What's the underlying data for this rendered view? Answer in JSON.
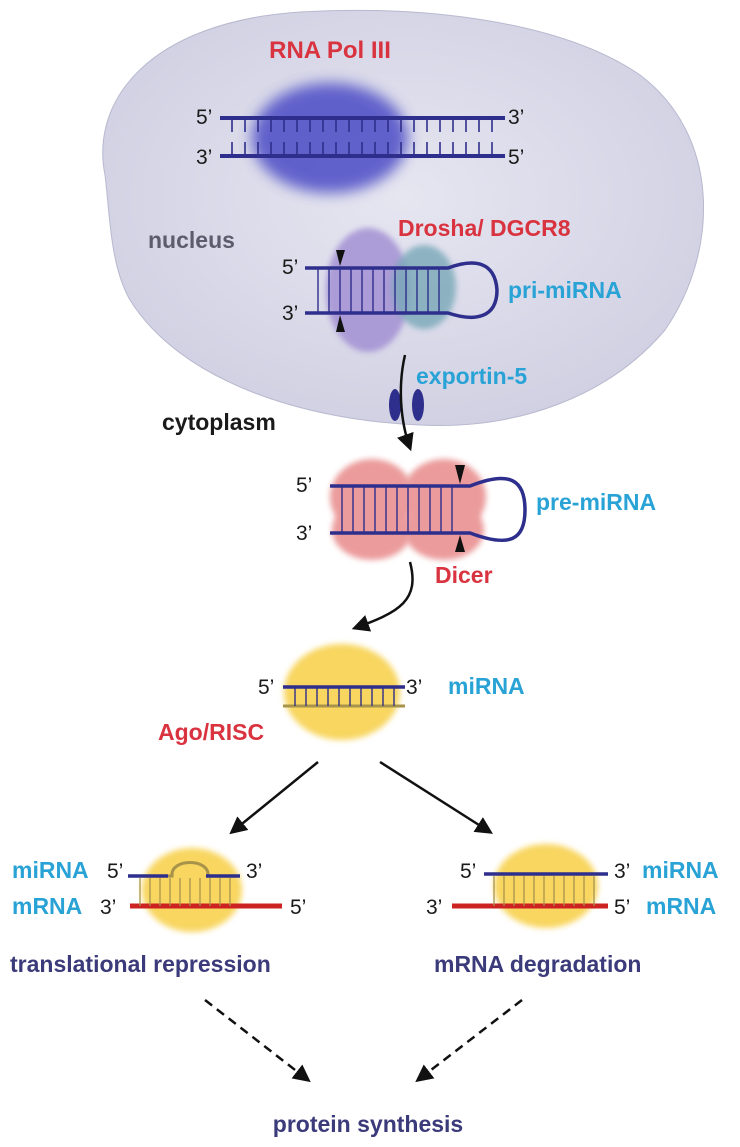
{
  "labels": {
    "rna_pol_iii": "RNA Pol III",
    "nucleus": "nucleus",
    "drosha": "Drosha/ DGCR8",
    "pri_mirna": "pri-miRNA",
    "exportin": "exportin-5",
    "cytoplasm": "cytoplasm",
    "pre_mirna": "pre-miRNA",
    "dicer": "Dicer",
    "mirna": "miRNA",
    "ago_risc": "Ago/RISC",
    "left_mirna": "miRNA",
    "left_mrna": "mRNA",
    "right_mirna": "miRNA",
    "right_mrna": "mRNA",
    "translational_repression": "translational repression",
    "mrna_degradation": "mRNA degradation",
    "protein_synthesis": "protein synthesis"
  },
  "ends": {
    "five": "5’",
    "three": "3’"
  },
  "colors": {
    "red_label": "#d9333f",
    "blue_label": "#29a3d6",
    "dark_purple_label": "#3b3a7a",
    "strand_navy": "#2e2e8c",
    "mrna_red": "#cc2222",
    "nucleus_fill": "#dcdcea",
    "pol_blob": "#4a4ac8",
    "drosha_purple": "#9b86d0",
    "dgcr8_teal": "#79a8b8",
    "dicer_pink": "#e88a8a",
    "risc_yellow": "#f7cf45"
  }
}
